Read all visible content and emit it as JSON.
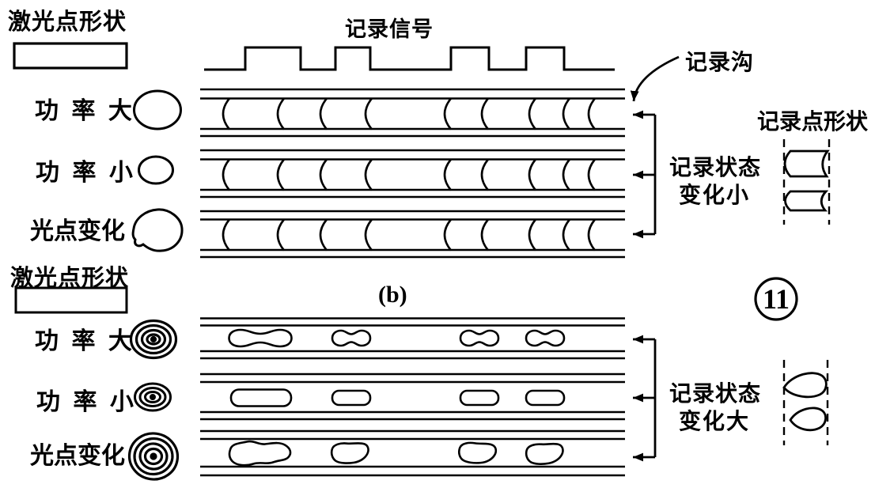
{
  "figure": {
    "caption": "(b)",
    "number": "11"
  },
  "top": {
    "laser_spot_title": "激光点形状",
    "legend": [
      {
        "label": "功 率 大"
      },
      {
        "label": "功 率 小"
      },
      {
        "label": "光点变化"
      }
    ],
    "signal_title": "记录信号",
    "groove_label": "记录沟",
    "mark_shape_title": "记录点形状",
    "state_line1": "记录状态",
    "state_line2": "变化小"
  },
  "bottom": {
    "laser_spot_title": "激光点形状",
    "legend": [
      {
        "label": "功 率 大"
      },
      {
        "label": "功 率 小"
      },
      {
        "label": "光点变化"
      }
    ],
    "state_line1": "记录状态",
    "state_line2": "变化大"
  }
}
